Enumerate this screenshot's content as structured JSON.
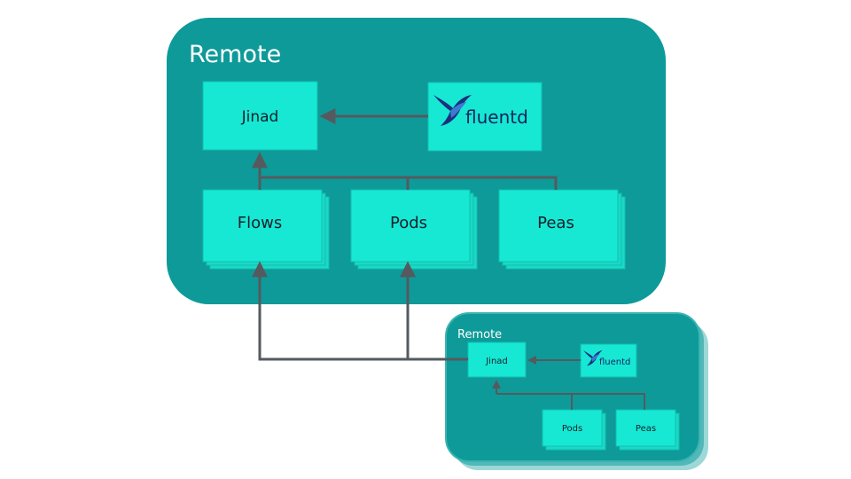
{
  "colors": {
    "panel": "#0e9a99",
    "panel_stack": "#4bb8b7",
    "box": "#16e8d4",
    "box_stack": "#1ad9c6",
    "box_border": "#10c0ae",
    "arrow": "#555a5f",
    "title": "#ffffff",
    "box_text": "#16202a",
    "fluentd_text": "#16245a",
    "bird_dark": "#1d2f7e",
    "bird_light": "#3a7ad0"
  },
  "main_remote": {
    "title": "Remote",
    "jinad_label": "Jinad",
    "fluentd_label": "fluentd",
    "fluentd_icon": "fluentd-bird-logo",
    "flows_label": "Flows",
    "pods_label": "Pods",
    "peas_label": "Peas"
  },
  "sub_remote": {
    "title": "Remote",
    "jinad_label": "Jinad",
    "fluentd_label": "fluentd",
    "fluentd_icon": "fluentd-bird-logo",
    "pods_label": "Pods",
    "peas_label": "Peas"
  }
}
